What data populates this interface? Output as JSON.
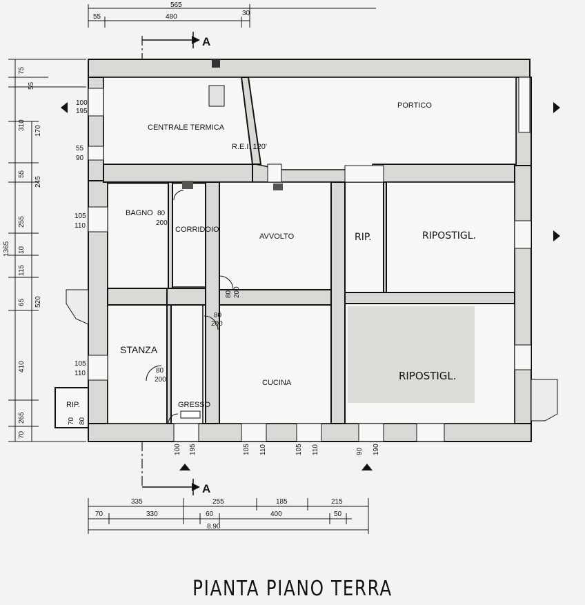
{
  "title": "PIANTA PIANO TERRA",
  "section_marker": "A",
  "rooms": {
    "centrale_termica": "CENTRALE TERMICA",
    "portico": "PORTICO",
    "rei": "R.E.I. 120'",
    "bagno": "BAGNO",
    "corridoio": "CORRIDOIO",
    "avvolto": "AVVOLTO",
    "rip_small": "RIP.",
    "ripostigl_top": "RIPOSTIGL.",
    "ripostigl_bottom": "RIPOSTIGL.",
    "stanza": "STANZA",
    "cucina": "CUCINA",
    "gresso": "GRESSO",
    "rip_box": "RIP."
  },
  "door_tags": {
    "bagno_a": "80",
    "bagno_b": "200",
    "avvolto_a": "80",
    "avvolto_b": "200",
    "cucina_a": "80",
    "cucina_b": "200",
    "stanza_a": "80",
    "stanza_b": "200",
    "rip_box_a": "70",
    "rip_box_b": "80"
  },
  "top_dims": {
    "overall": "565",
    "left": "55",
    "middle": "480",
    "right": "30"
  },
  "left_outer_dims": [
    "75",
    "55",
    "310",
    "55",
    "255",
    "10",
    "115",
    "65",
    "410",
    "265",
    "70"
  ],
  "left_outer_total": "1365",
  "left_inner_dims": [
    "170",
    "245",
    "520"
  ],
  "window_dims_left": [
    [
      "100",
      "195"
    ],
    [
      "55",
      "90"
    ],
    [
      "105",
      "110"
    ],
    [
      "105",
      "110"
    ]
  ],
  "bottom_window_dims": [
    "100",
    "195",
    "105",
    "110",
    "105",
    "110",
    "90",
    "190"
  ],
  "bottom_dims_row1": [
    "335",
    "255",
    "185",
    "215"
  ],
  "bottom_dims_row2": [
    "70",
    "330",
    "60",
    "400",
    "50"
  ],
  "bottom_total": "8.90"
}
